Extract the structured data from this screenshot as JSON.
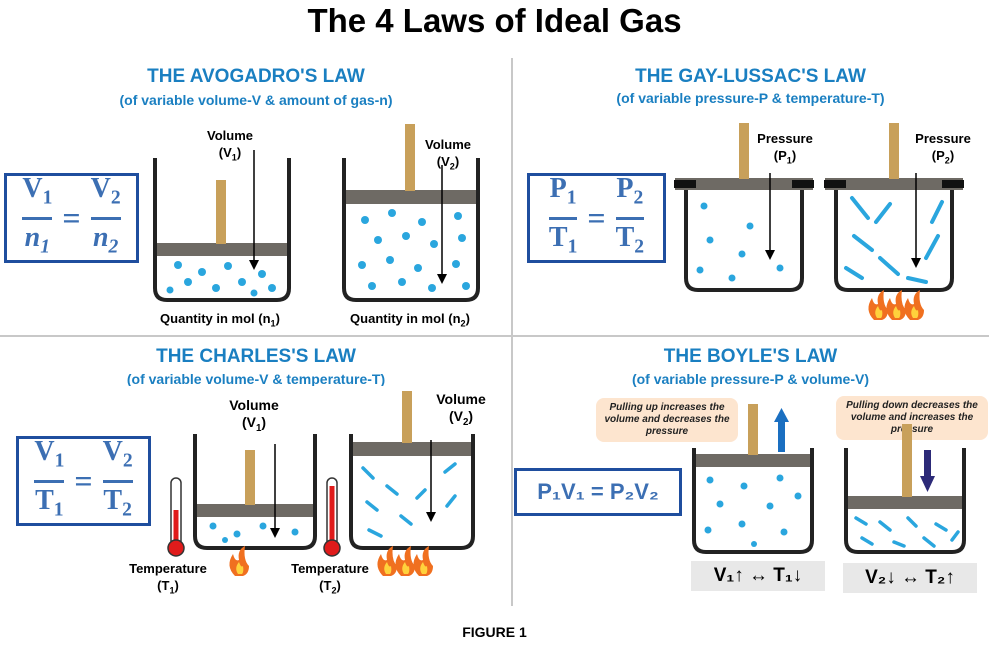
{
  "title": "The 4 Laws of Ideal Gas",
  "caption": "FIGURE 1",
  "avogadro": {
    "title": "THE AVOGADRO'S LAW",
    "subtitle": "(of variable  volume-V  & amount  of gas-n)",
    "label_v1": "Volume",
    "label_v1_sym": "(V",
    "label_v2": "Volume",
    "label_v2_sym": "(V",
    "quantity1": "Quantity  in mol  (n",
    "quantity2": "Quantity  in mol  (n",
    "formula": {
      "num1": "V",
      "den1": "n",
      "num2": "V",
      "den2": "n"
    }
  },
  "gaylussac": {
    "title": "THE GAY-LUSSAC'S LAW",
    "subtitle": "(of variable  pressure-P  & temperature-T)",
    "label_p1": "Pressure",
    "label_p1_sym": "(P",
    "label_p2": "Pressure",
    "label_p2_sym": "(P",
    "formula": {
      "num1": "P",
      "den1": "T",
      "num2": "P",
      "den2": "T"
    }
  },
  "charles": {
    "title": "THE CHARLES'S LAW",
    "subtitle": "(of variable  volume-V  & temperature-T)",
    "label_v1": "Volume",
    "label_v1_sym": "(V",
    "label_v2": "Volume",
    "label_v2_sym": "(V",
    "temp1": "Temperature",
    "temp1_sym": "(T",
    "temp2": "Temperature",
    "temp2_sym": "(T",
    "formula": {
      "num1": "V",
      "den1": "T",
      "num2": "V",
      "den2": "T"
    }
  },
  "boyle": {
    "title": "THE BOYLE'S LAW",
    "subtitle": "(of variable  pressure-P  & volume-V)",
    "note_up": "Pulling up increases the volume and decreases the pressure",
    "note_down": "Pulling down decreases the volume and increases the pressure",
    "formula": "P₁V₁ = P₂V₂",
    "result1": "V₁↑ ↔ T₁↓",
    "result2": "V₂↓ ↔ T₂↑"
  },
  "colors": {
    "title_blue": "#1a7fc1",
    "formula_blue": "#3c6fb3",
    "box_border": "#1f4e9e",
    "piston": "#c8a05a",
    "dot": "#2aa6de",
    "flame": "#f07020"
  }
}
